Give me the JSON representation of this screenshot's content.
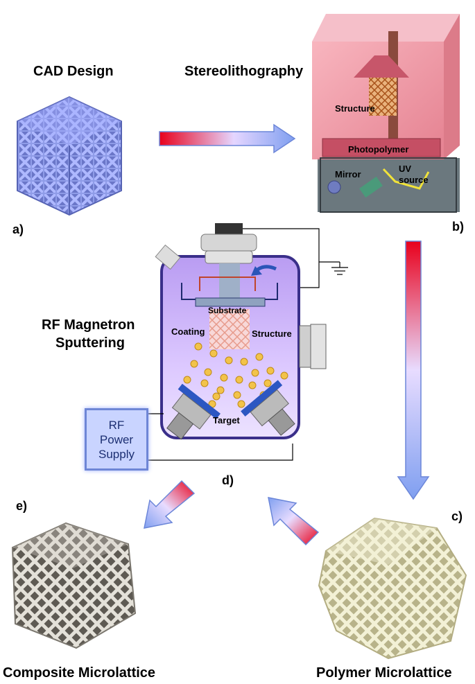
{
  "titles": {
    "cad": "CAD Design",
    "sla": "Stereolithography",
    "rf_line1": "RF Magnetron",
    "rf_line2": "Sputtering",
    "composite": "Composite Microlattice",
    "polymer": "Polymer Microlattice"
  },
  "panels": {
    "a": "a)",
    "b": "b)",
    "c": "c)",
    "d": "d)",
    "e": "e)"
  },
  "printer": {
    "structure": "Structure",
    "photopolymer": "Photopolymer",
    "mirror": "Mirror",
    "uv_line1": "UV",
    "uv_line2": "source"
  },
  "chamber": {
    "substrate": "Substrate",
    "coating": "Coating",
    "structure": "Structure",
    "target": "Target"
  },
  "rf_supply": {
    "line1": "RF",
    "line2": "Power",
    "line3": "Supply"
  },
  "colors": {
    "arrow_red": "#e8001c",
    "arrow_blue": "#8aa6f0",
    "lattice_blue": "#8f9ce8",
    "chamber_fill": "#d7b9ff",
    "printer_pink": "#f08a9a",
    "polymer_yellow": "#e9e6c4",
    "composite_grey": "#b9b6ae"
  }
}
